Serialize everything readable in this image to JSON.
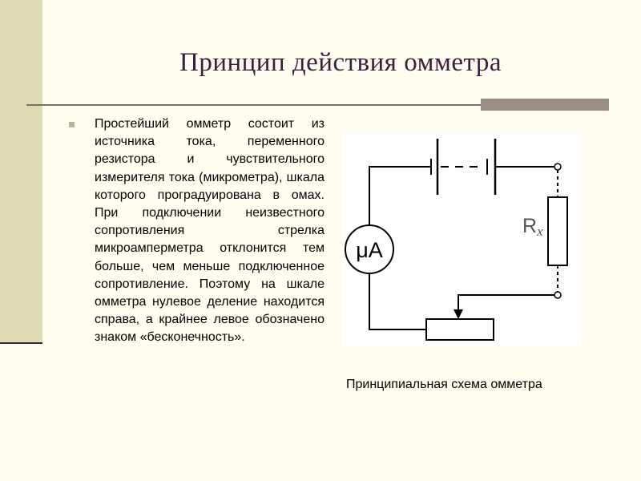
{
  "slide": {
    "title": "Принцип действия омметра",
    "body": "Простейший омметр состоит из источника тока, переменного резистора и чувствительного измерителя тока (микрометра), шкала которого проградуирована в омах. При подключении неизвестного сопротивления стрелка микроамперметра отклонится тем больше, чем меньше подключенное сопротивление. Поэтому на шкале омметра нулевое деление находится справа, а крайнее левое обозначено знаком «бесконечность».",
    "caption": "Принципиальная схема омметра"
  },
  "diagram": {
    "meter_label": "μA",
    "resistor_label": "R",
    "resistor_subscript": "x"
  }
}
